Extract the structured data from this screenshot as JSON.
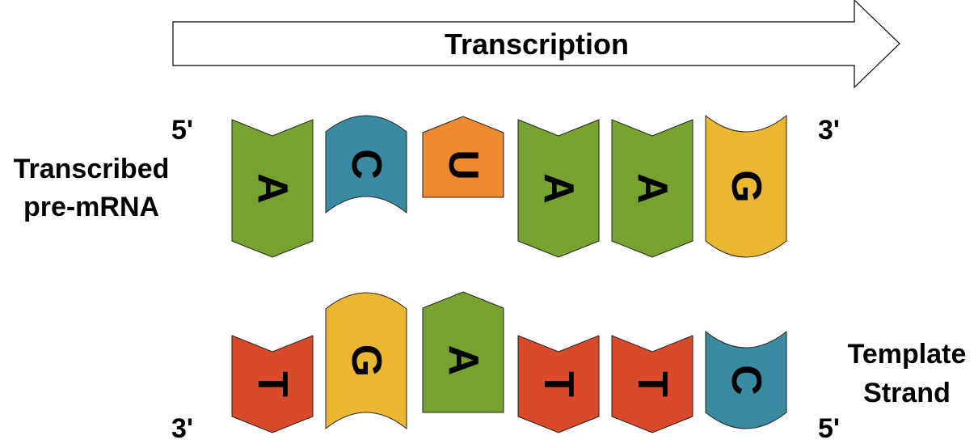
{
  "arrow": {
    "label": "Transcription"
  },
  "pre_mrna": {
    "label_line1": "Transcribed",
    "label_line2": "pre-mRNA",
    "end_left": "5'",
    "end_right": "3'",
    "bases": [
      "A",
      "C",
      "U",
      "A",
      "A",
      "G"
    ]
  },
  "template": {
    "label_line1": "Template",
    "label_line2": "Strand",
    "end_left": "3'",
    "end_right": "5'",
    "bases": [
      "T",
      "G",
      "A",
      "T",
      "T",
      "C"
    ]
  },
  "colors": {
    "A": "#78a22f",
    "C": "#3a8aa2",
    "U": "#ef8a31",
    "G": "#ecb730",
    "T": "#d84a29"
  }
}
